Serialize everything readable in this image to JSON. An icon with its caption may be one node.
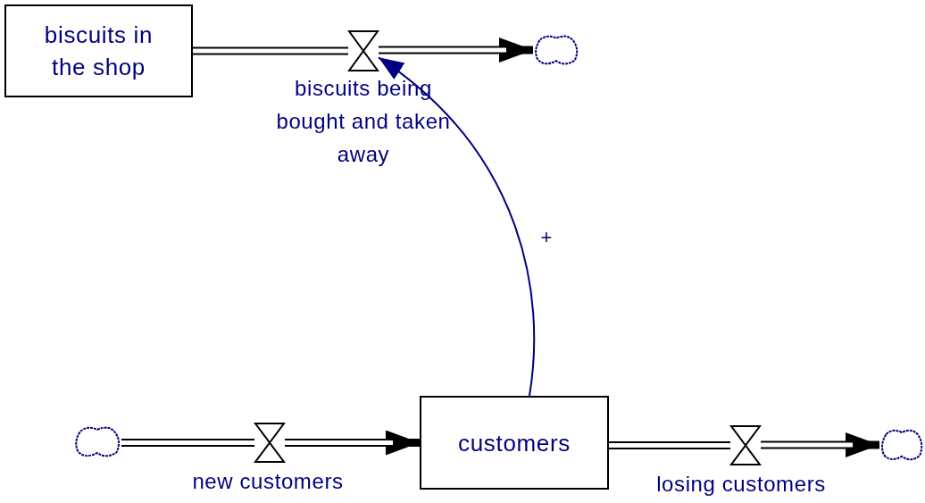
{
  "diagram": {
    "nodes": [
      {
        "text": [
          "biscuits in the shop"
        ]
      },
      {
        "text": [],
        "shape": "cloud"
      },
      {
        "text": [],
        "shape": "valve",
        "beside": [
          "biscuits being bought and taken away"
        ]
      },
      {
        "text": [
          "customers"
        ]
      },
      {
        "text": [],
        "shape": "cloud"
      },
      {
        "text": [],
        "shape": "valve",
        "beside": [
          "new customers"
        ]
      },
      {
        "text": [],
        "shape": "valve",
        "beside": [
          "losing customers"
        ]
      },
      {
        "text": [],
        "shape": "cloud"
      }
    ],
    "edges": [
      {
        "from": 0,
        "to": 2,
        "arrow": "none"
      },
      {
        "from": 2,
        "to": 1,
        "arrow": "to"
      },
      {
        "from": 4,
        "to": 5,
        "arrow": "none"
      },
      {
        "from": 5,
        "to": 3,
        "arrow": "to"
      },
      {
        "from": 3,
        "to": 6,
        "arrow": "none"
      },
      {
        "from": 6,
        "to": 7,
        "arrow": "to"
      },
      {
        "from": 3,
        "to": 2,
        "arrow": "to",
        "label": "+",
        "color": "#000080"
      }
    ]
  }
}
